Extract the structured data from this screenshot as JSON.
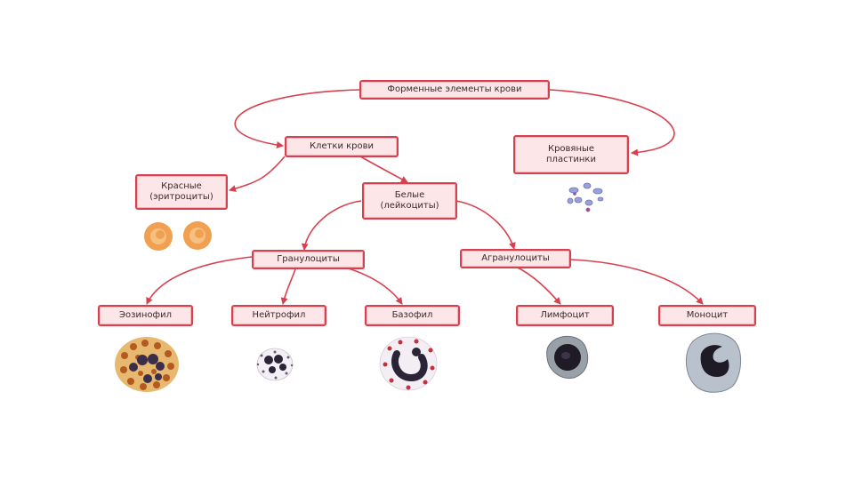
{
  "nodes": {
    "root": "Форменные элементы крови",
    "cells": "Клетки крови",
    "platelets": "Кровяные\nпластинки",
    "red": "Красные\n(эритроциты)",
    "white": "Белые\n(лейкоциты)",
    "granulocytes": "Гранулоциты",
    "agranulocytes": "Агранулоциты",
    "eosinophil": "Эозинофил",
    "neutrophil": "Нейтрофил",
    "basophil": "Базофил",
    "lymphocyte": "Лимфоцит",
    "monocyte": "Моноцит"
  },
  "colors": {
    "arrow": "#d9404e",
    "box_fill": "#fde6e8",
    "box_border": "#d9404e",
    "erythrocyte": "#f0a050",
    "nucleus": "#2a2436",
    "platelet": "#9aa0d8"
  }
}
